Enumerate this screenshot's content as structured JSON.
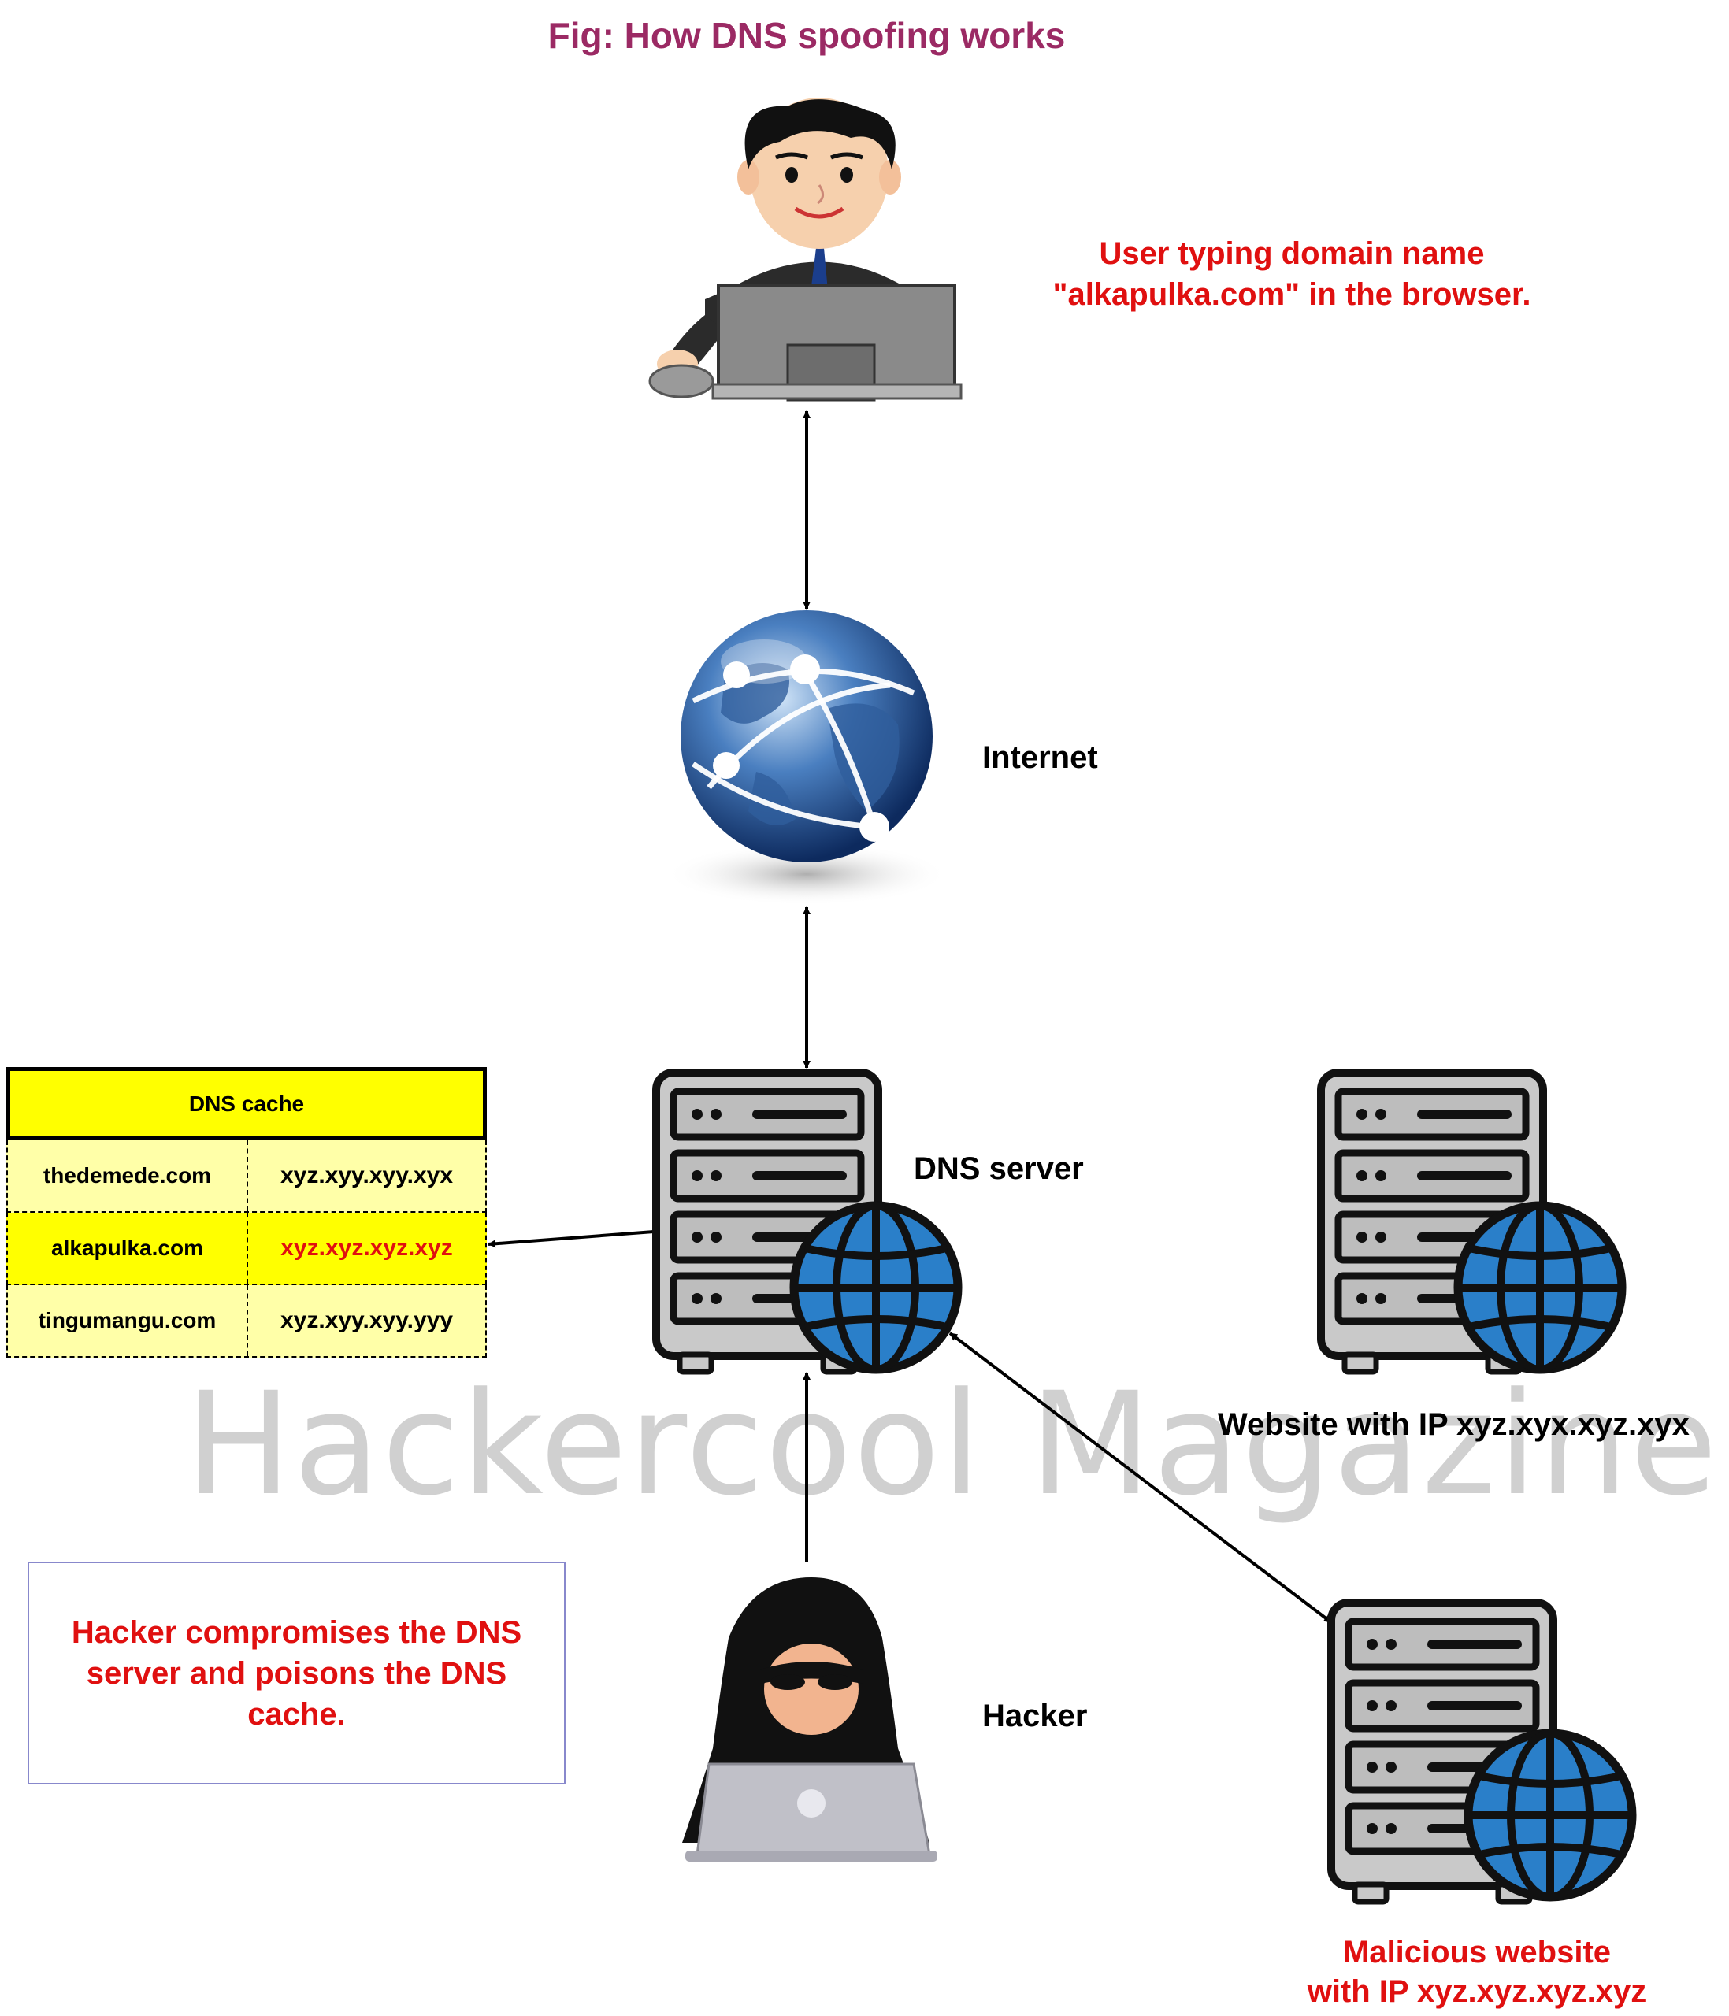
{
  "title": "Fig: How DNS spoofing works",
  "user_caption_line1": "User typing domain name",
  "user_caption_line2": "\"alkapulka.com\" in the browser.",
  "internet_label": "Internet",
  "dns_server_label": "DNS server",
  "hacker_label": "Hacker",
  "website_label": "Website with IP xyz.xyx.xyz.xyx",
  "malicious_line1": "Malicious website",
  "malicious_line2": "with IP xyz.xyz.xyz.xyz",
  "hacker_note": "Hacker compromises the DNS server and poisons the DNS cache.",
  "watermark": "Hackercool Magazine",
  "dns_cache": {
    "header": "DNS cache",
    "rows": [
      {
        "domain": "thedemede.com",
        "ip": "xyz.xyy.xyy.xyx"
      },
      {
        "domain": "alkapulka.com",
        "ip": "xyz.xyz.xyz.xyz"
      },
      {
        "domain": "tingumangu.com",
        "ip": "xyz.xyy.xyy.yyy"
      }
    ]
  },
  "colors": {
    "title": "#9b2a64",
    "caption_red": "#e01010",
    "cache_yellow": "#ffff00",
    "cache_light": "#ffffa8",
    "globe_blue": "#2a7fc9"
  },
  "icons": [
    "user-at-computer-icon",
    "internet-globe-icon",
    "server-icon",
    "hacker-icon"
  ]
}
